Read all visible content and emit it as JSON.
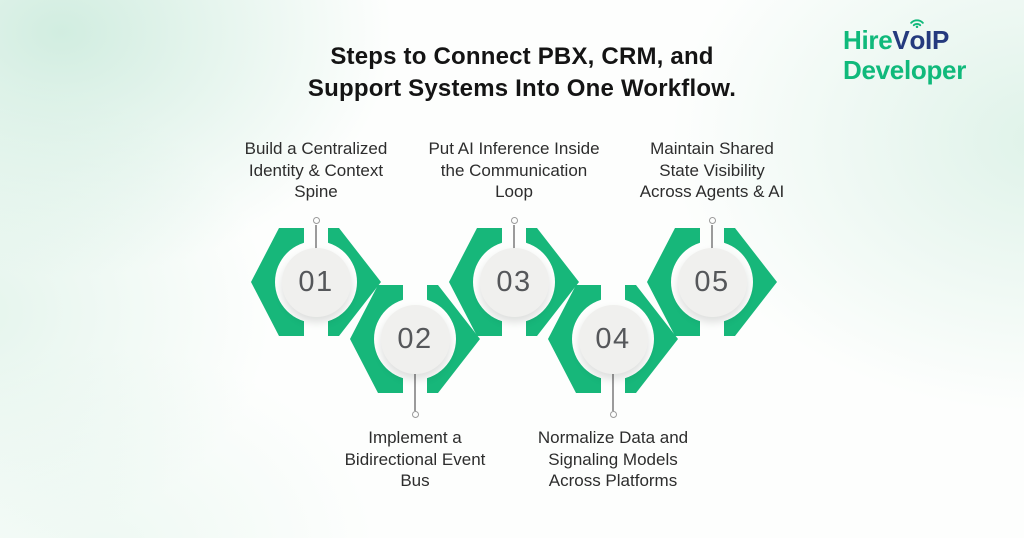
{
  "title": {
    "line1": "Steps to Connect PBX, CRM, and",
    "line2": "Support Systems Into One Workflow."
  },
  "logo": {
    "hire": "Hire",
    "v": "V",
    "o": "o",
    "ip": "IP",
    "developer": "Developer"
  },
  "steps": [
    {
      "number": "01",
      "row": "top",
      "lines": [
        "Build a Centralized",
        "Identity & Context",
        "Spine"
      ]
    },
    {
      "number": "02",
      "row": "bottom",
      "lines": [
        "Implement a",
        "Bidirectional Event",
        "Bus"
      ]
    },
    {
      "number": "03",
      "row": "top",
      "lines": [
        "Put AI Inference Inside",
        "the Communication",
        "Loop"
      ]
    },
    {
      "number": "04",
      "row": "bottom",
      "lines": [
        "Normalize Data and",
        "Signaling Models",
        "Across Platforms"
      ]
    },
    {
      "number": "05",
      "row": "top",
      "lines": [
        "Maintain Shared",
        "State Visibility",
        "Across Agents & AI"
      ]
    }
  ],
  "colors": {
    "arrow_green": "#17b77a",
    "circle_fill": "#f0f0ee",
    "number_gray": "#55575a",
    "connector_gray": "#9b9b9b",
    "text_dark": "#2d2d2d",
    "logo_green": "#10b97b",
    "logo_navy": "#253a7e"
  }
}
